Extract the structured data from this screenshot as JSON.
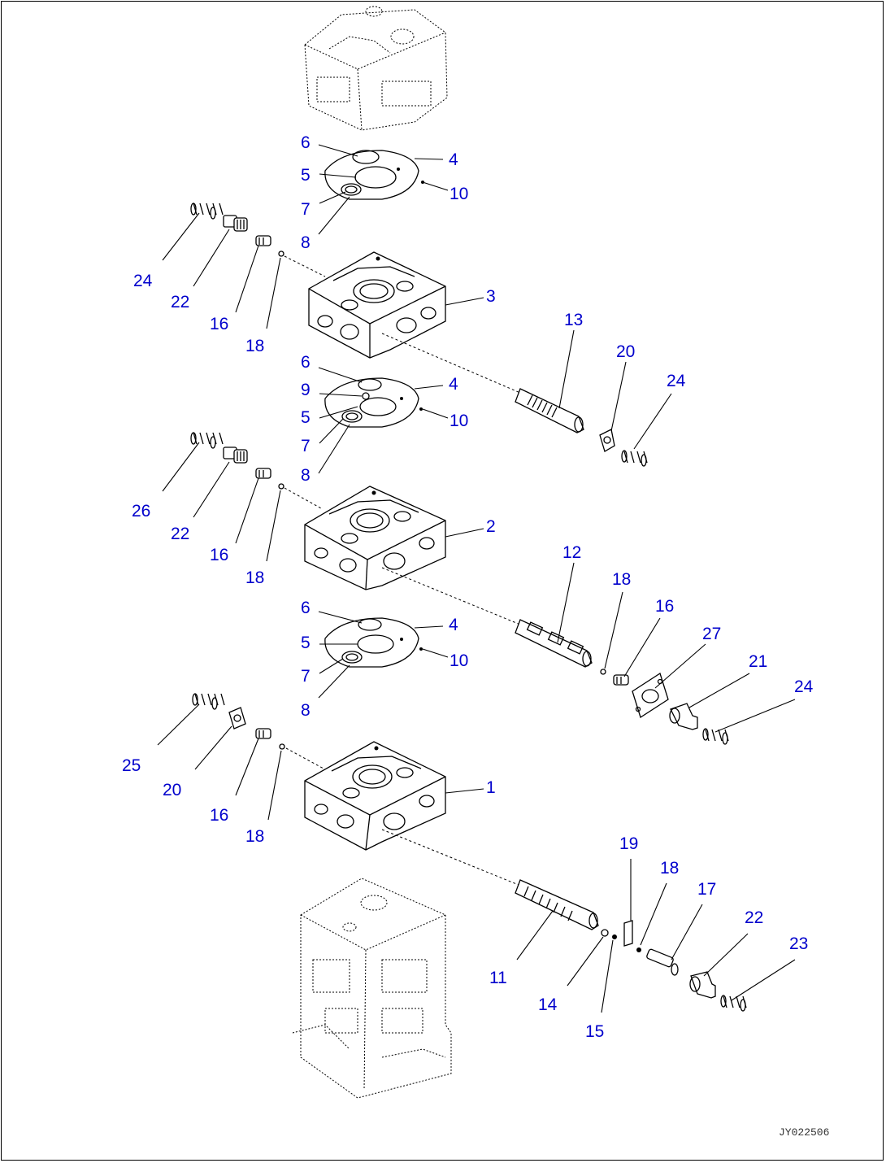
{
  "diagram": {
    "drawing_code": "JY022506",
    "callouts": {
      "c01": "6",
      "c02": "4",
      "c03": "5",
      "c04": "10",
      "c05": "7",
      "c06": "8",
      "c07": "24",
      "c08": "22",
      "c09": "16",
      "c10": "18",
      "c11": "3",
      "c12": "13",
      "c13": "20",
      "c14": "24",
      "c15": "6",
      "c16": "9",
      "c17": "4",
      "c18": "5",
      "c19": "10",
      "c20": "7",
      "c21": "8",
      "c22": "26",
      "c23": "22",
      "c24": "16",
      "c25": "18",
      "c26": "2",
      "c27": "12",
      "c28": "18",
      "c29": "16",
      "c30": "27",
      "c31": "21",
      "c32": "24",
      "c33": "6",
      "c34": "4",
      "c35": "5",
      "c36": "10",
      "c37": "7",
      "c38": "8",
      "c39": "25",
      "c40": "20",
      "c41": "16",
      "c42": "18",
      "c43": "1",
      "c44": "19",
      "c45": "18",
      "c46": "17",
      "c47": "22",
      "c48": "23",
      "c49": "11",
      "c50": "14",
      "c51": "15"
    }
  }
}
